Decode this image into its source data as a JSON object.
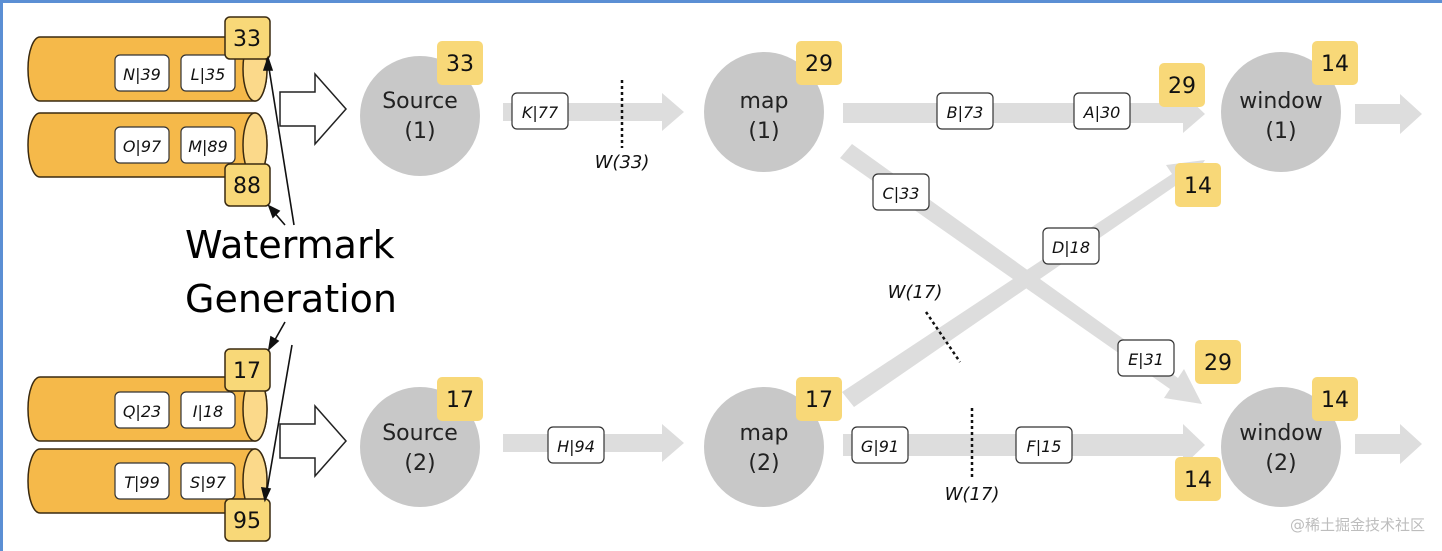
{
  "annotation": {
    "line1": "Watermark",
    "line2": "Generation"
  },
  "partitions": [
    {
      "records": [
        "N|39",
        "L|35"
      ],
      "watermark": "33"
    },
    {
      "records": [
        "O|97",
        "M|89"
      ],
      "watermark": "88"
    },
    {
      "records": [
        "Q|23",
        "I|18"
      ],
      "watermark": "17"
    },
    {
      "records": [
        "T|99",
        "S|97"
      ],
      "watermark": "95"
    }
  ],
  "nodes": {
    "source1": {
      "name": "Source",
      "index": "(1)",
      "watermark": "33"
    },
    "source2": {
      "name": "Source",
      "index": "(2)",
      "watermark": "17"
    },
    "map1": {
      "name": "map",
      "index": "(1)",
      "watermark": "29"
    },
    "map2": {
      "name": "map",
      "index": "(2)",
      "watermark": "17"
    },
    "window1": {
      "name": "window",
      "index": "(1)",
      "watermark": "14",
      "input_watermarks": [
        "29",
        "14"
      ]
    },
    "window2": {
      "name": "window",
      "index": "(2)",
      "watermark": "14",
      "input_watermarks": [
        "29",
        "14"
      ]
    }
  },
  "messages": {
    "k77": "K|77",
    "h94": "H|94",
    "b73": "B|73",
    "a30": "A|30",
    "c33": "C|33",
    "d18": "D|18",
    "e31": "E|31",
    "g91": "G|91",
    "f15": "F|15"
  },
  "watermark_markers": {
    "w33": "W(33)",
    "w17_cross": "W(17)",
    "w17_bottom": "W(17)"
  },
  "credit": "@稀土掘金技术社区",
  "colors": {
    "partition_fill": "#f5b94a",
    "partition_stroke": "#3a2a10",
    "badge_fill": "#f8d878",
    "node_fill": "#c8c8c8",
    "flow_arrow": "#dddddd",
    "frame_accent": "#5b8fd4"
  }
}
